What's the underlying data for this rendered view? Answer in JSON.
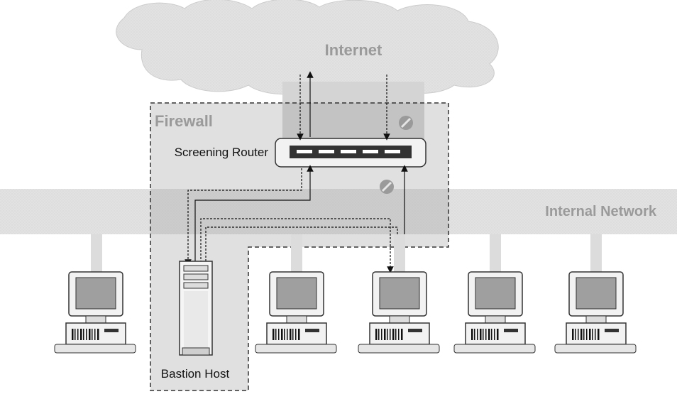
{
  "diagram": {
    "labels": {
      "internet": "Internet",
      "firewall": "Firewall",
      "screening_router": "Screening Router",
      "internal_network": "Internal Network",
      "bastion_host": "Bastion Host"
    },
    "colors": {
      "cloud": "#dcdcdc",
      "network_band": "#e3e3e3",
      "firewall_fill": "#cfcfcf",
      "label_light": "#9a9a9a",
      "ink": "#111111"
    },
    "blocked_icon": "no-entry-icon",
    "workstation_count": 5
  }
}
